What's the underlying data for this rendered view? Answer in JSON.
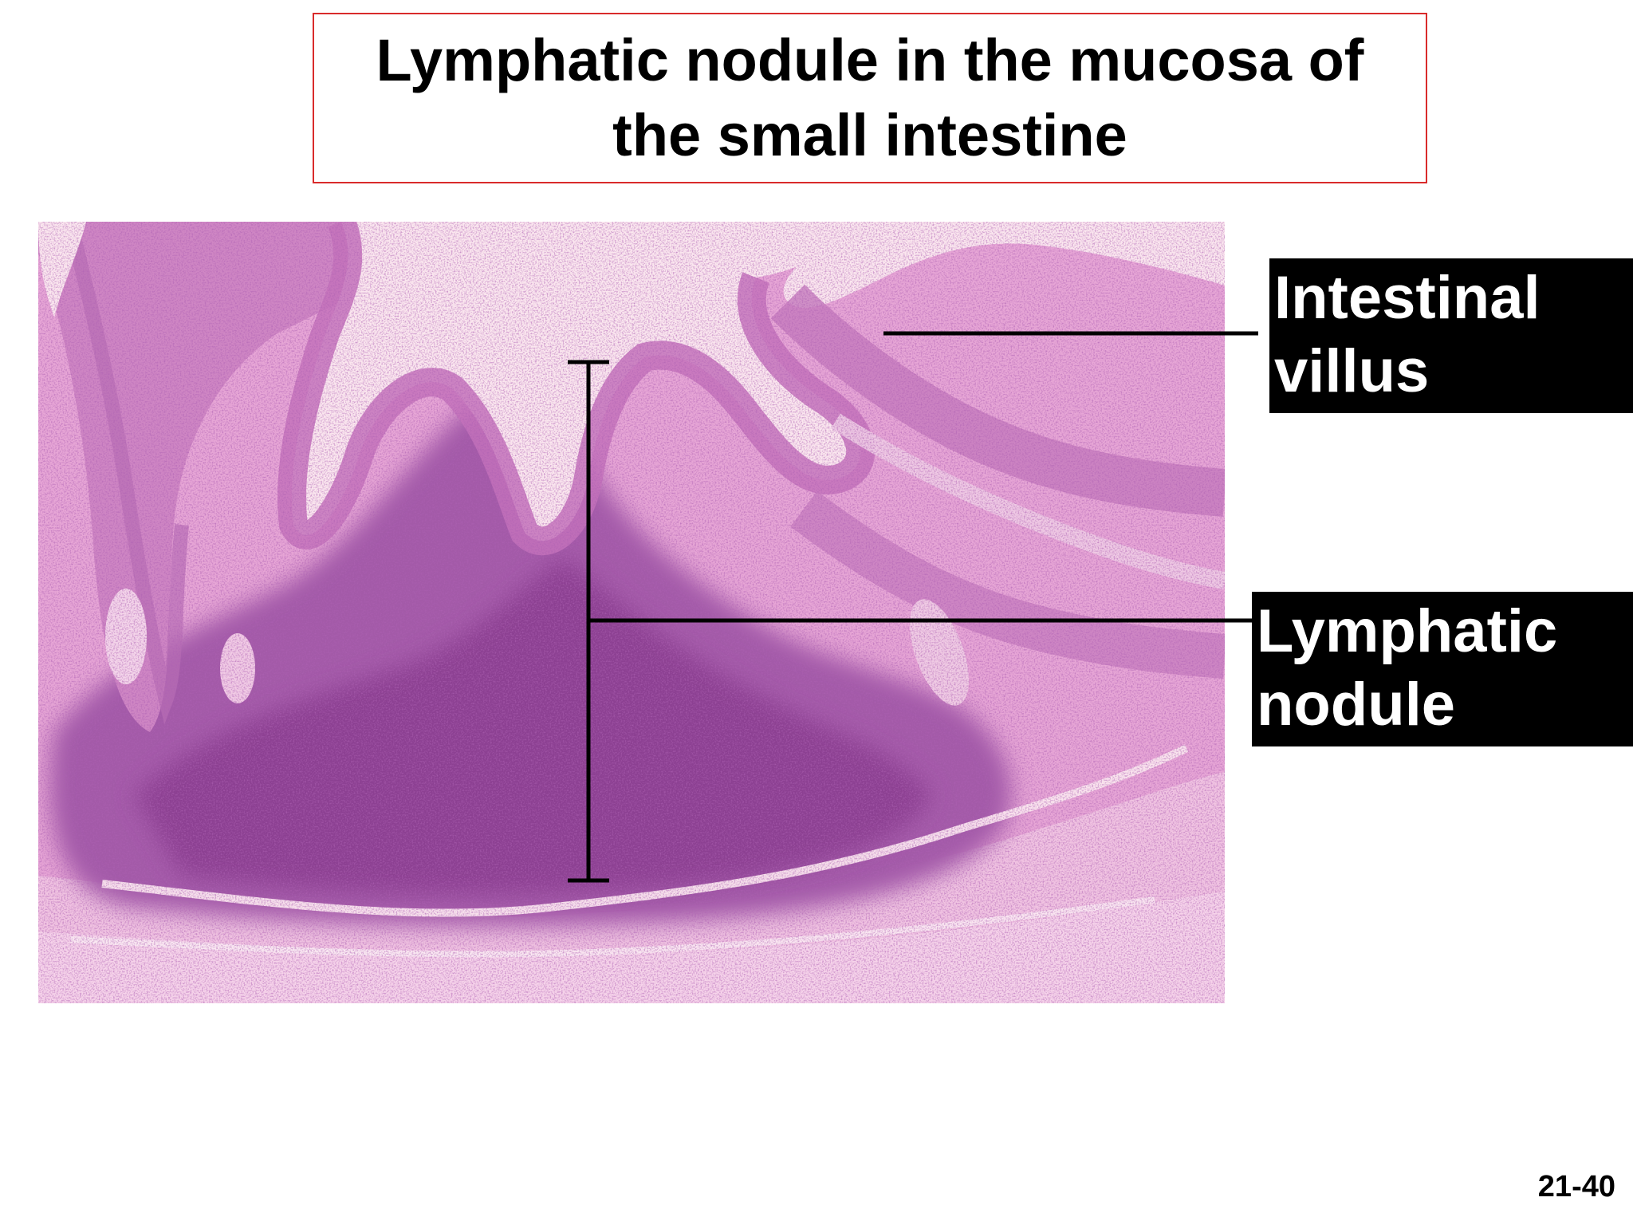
{
  "slide": {
    "title_line1": "Lymphatic nodule in the mucosa of",
    "title_line2": "the small intestine",
    "page_number": "21-40"
  },
  "labels": {
    "villus_line1": "Intestinal",
    "villus_line2": "villus",
    "nodule_line1": "Lymphatic",
    "nodule_line2": "nodule"
  },
  "colors": {
    "title_border": "#d92b2b",
    "label_background": "#000000",
    "label_text": "#ffffff",
    "stain_pink": "#e7a6d6",
    "stain_purple": "#9a4d9e",
    "lumen": "#fbe7ef"
  }
}
